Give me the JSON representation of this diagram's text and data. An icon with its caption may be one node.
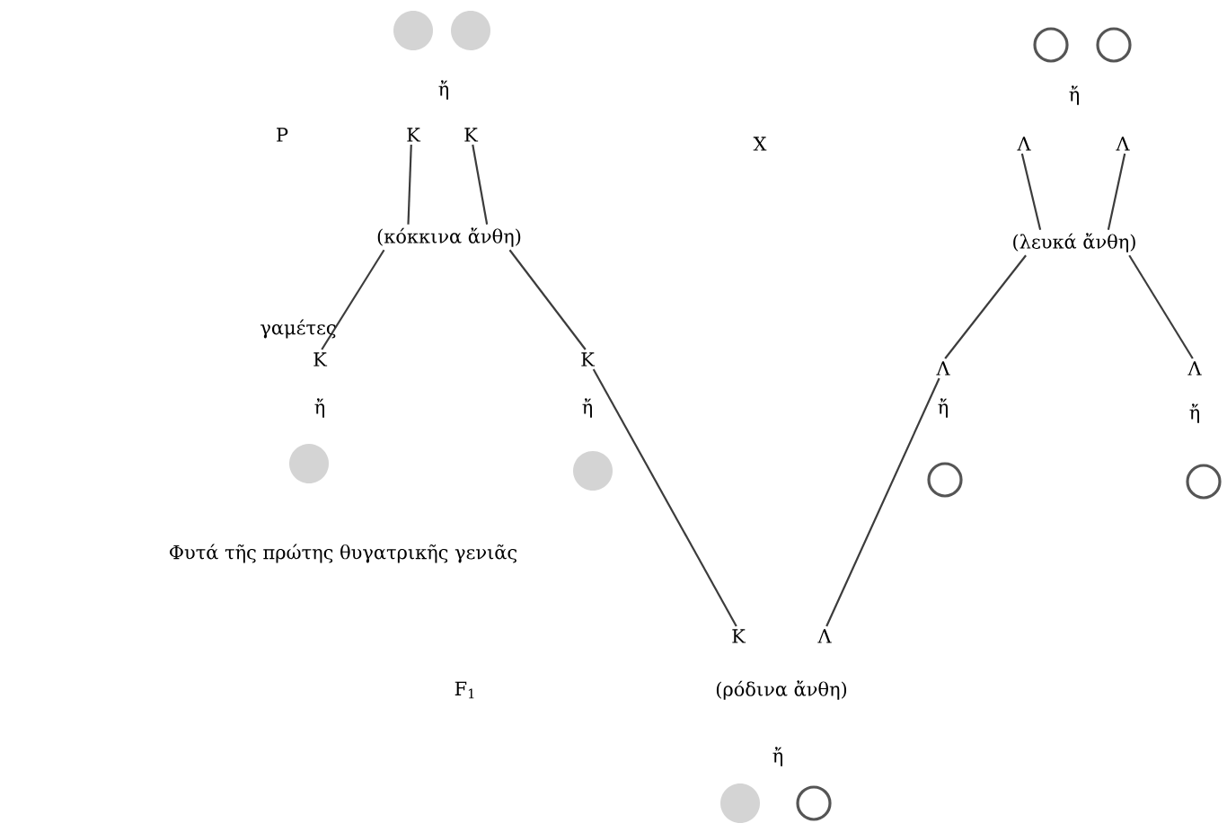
{
  "diagram": {
    "nodes": [
      {
        "text": [
          "Κ"
        ]
      },
      {
        "text": [
          "Κ"
        ]
      },
      {
        "text": [
          "(κόκκινα ἄνθη)"
        ]
      },
      {
        "text": [
          "Κ"
        ]
      },
      {
        "text": [
          "Κ"
        ]
      },
      {
        "text": [
          "Λ"
        ]
      },
      {
        "text": [
          "Λ"
        ]
      },
      {
        "text": [
          "(λευκά ἄνθη)"
        ]
      },
      {
        "text": [
          "Λ"
        ]
      },
      {
        "text": [
          "Λ"
        ]
      },
      {
        "text": [
          "Κ"
        ]
      },
      {
        "text": [
          "Λ"
        ]
      }
    ],
    "edges": [
      {
        "from": 0,
        "to": 2,
        "arrow": "none"
      },
      {
        "from": 1,
        "to": 2,
        "arrow": "none"
      },
      {
        "from": 2,
        "to": 3,
        "arrow": "none"
      },
      {
        "from": 2,
        "to": 4,
        "arrow": "none"
      },
      {
        "from": 5,
        "to": 7,
        "arrow": "none"
      },
      {
        "from": 6,
        "to": 7,
        "arrow": "none"
      },
      {
        "from": 7,
        "to": 8,
        "arrow": "none"
      },
      {
        "from": 7,
        "to": 9,
        "arrow": "none"
      },
      {
        "from": 4,
        "to": 10,
        "arrow": "none"
      },
      {
        "from": 8,
        "to": 11,
        "arrow": "none"
      }
    ],
    "labels": [
      "ἤ",
      "ἤ",
      "P",
      "X",
      "γαμέτες",
      "ἤ",
      "ἤ",
      "ἤ",
      "ἤ",
      "Φυτά τῆς πρώτης θυγατρικῆς γενιᾶς",
      "F$_{1}$",
      "(ρόδινα ἄνθη)",
      "ἤ"
    ]
  }
}
